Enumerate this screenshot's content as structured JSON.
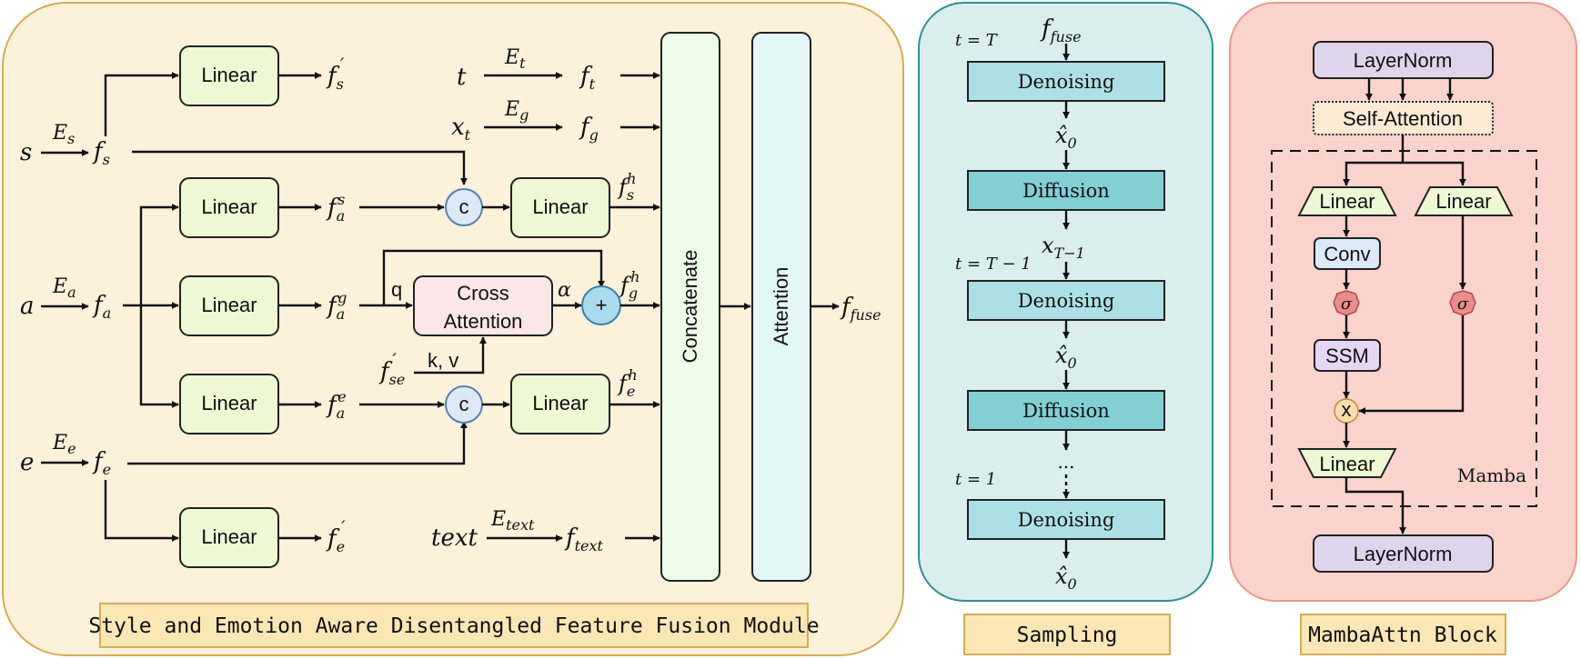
{
  "panels": {
    "fusion": {
      "caption": "Style and Emotion Aware Disentangled Feature Fusion Module",
      "block_labels": {
        "linear": "Linear",
        "cross_attention_l1": "Cross",
        "cross_attention_l2": "Attention",
        "concatenate": "Concatenate",
        "attention": "Attention",
        "concat_op": "c",
        "add_op": "+"
      },
      "inputs": {
        "s": "s",
        "a": "a",
        "e": "e",
        "t": "t",
        "x": "x",
        "x_sub": "t",
        "text": "text"
      },
      "encoders": {
        "Es": "E",
        "Es_sub": "s",
        "Ea": "E",
        "Ea_sub": "a",
        "Ee": "E",
        "Ee_sub": "e",
        "Et": "E",
        "Et_sub": "t",
        "Eg": "E",
        "Eg_sub": "g",
        "Etext": "E",
        "Etext_sub": "text"
      },
      "features": {
        "fs": "f",
        "fs_sub": "s",
        "fa": "f",
        "fa_sub": "a",
        "fe": "f",
        "fe_sub": "e",
        "ft": "f",
        "ft_sub": "t",
        "fg": "f",
        "fg_sub": "g",
        "ftext": "f",
        "ftext_sub": "text",
        "fs_prime": "f",
        "fs_prime_sub": "s",
        "prime": "′",
        "fe_prime": "f",
        "fe_prime_sub": "e",
        "fas": "f",
        "fas_sub": "a",
        "fas_sup": "s",
        "fag": "f",
        "fag_sub": "a",
        "fag_sup": "g",
        "fae": "f",
        "fae_sub": "a",
        "fae_sup": "e",
        "fsh": "f",
        "fsh_sub": "s",
        "fsh_sup": "h",
        "fgh": "f",
        "fgh_sub": "g",
        "fgh_sup": "h",
        "feh": "f",
        "feh_sub": "e",
        "feh_sup": "h",
        "fse": "f",
        "fse_sub": "se",
        "ffuse": "f",
        "ffuse_sub": "fuse"
      },
      "edge_labels": {
        "q": "q",
        "kv": "k, v",
        "alpha": "α"
      }
    },
    "sampling": {
      "caption": "Sampling",
      "input": "f",
      "input_sub": "fuse",
      "steps": [
        "Denoising",
        "Diffusion",
        "Denoising",
        "Diffusion",
        "Denoising"
      ],
      "x0": "x̂",
      "x0_sub": "0",
      "xT1": "x",
      "xT1_sub": "T−1",
      "dots": "...",
      "time_labels": [
        "t = T",
        "t = T − 1",
        "t = 1"
      ]
    },
    "mamba": {
      "caption": "MambaAttn Block",
      "layernorm_top": "LayerNorm",
      "self_attention": "Self-Attention",
      "linear_left": "Linear",
      "linear_right": "Linear",
      "conv": "Conv",
      "sigma": "σ",
      "ssm": "SSM",
      "mult": "x",
      "linear_bottom": "Linear",
      "mamba_label": "Mamba",
      "layernorm_bottom": "LayerNorm"
    }
  },
  "colors": {
    "fusion_bg": "#fcf1da",
    "fusion_border": "#d4ad55",
    "sampling_bg": "#daedef",
    "sampling_border": "#2f8f96",
    "mamba_bg": "#fad3cd",
    "mamba_border": "#e89a8a",
    "linear_fill": "#eef8d5",
    "linear_stroke": "#222",
    "concat_fill": "#eefbe8",
    "attention_fill": "#e3f7f8",
    "cross_fill": "#fde6e6",
    "c_fill": "#dbe9f8",
    "add_fill": "#a9daee",
    "denoise_fill": "#ade0e4",
    "diffusion_fill": "#82cfd4",
    "layernorm_fill": "#e0d4ec",
    "selfattn_fill": "#fcebd4",
    "mamba_linear_fill": "#eef8d5",
    "conv_fill": "#dbe9f8",
    "ssm_fill": "#e7d5f4",
    "sigma_fill": "#e88c8c",
    "mult_fill": "#fbdcb0",
    "caption_fill": "#fbe6b6",
    "caption_stroke": "#d4ad55"
  }
}
